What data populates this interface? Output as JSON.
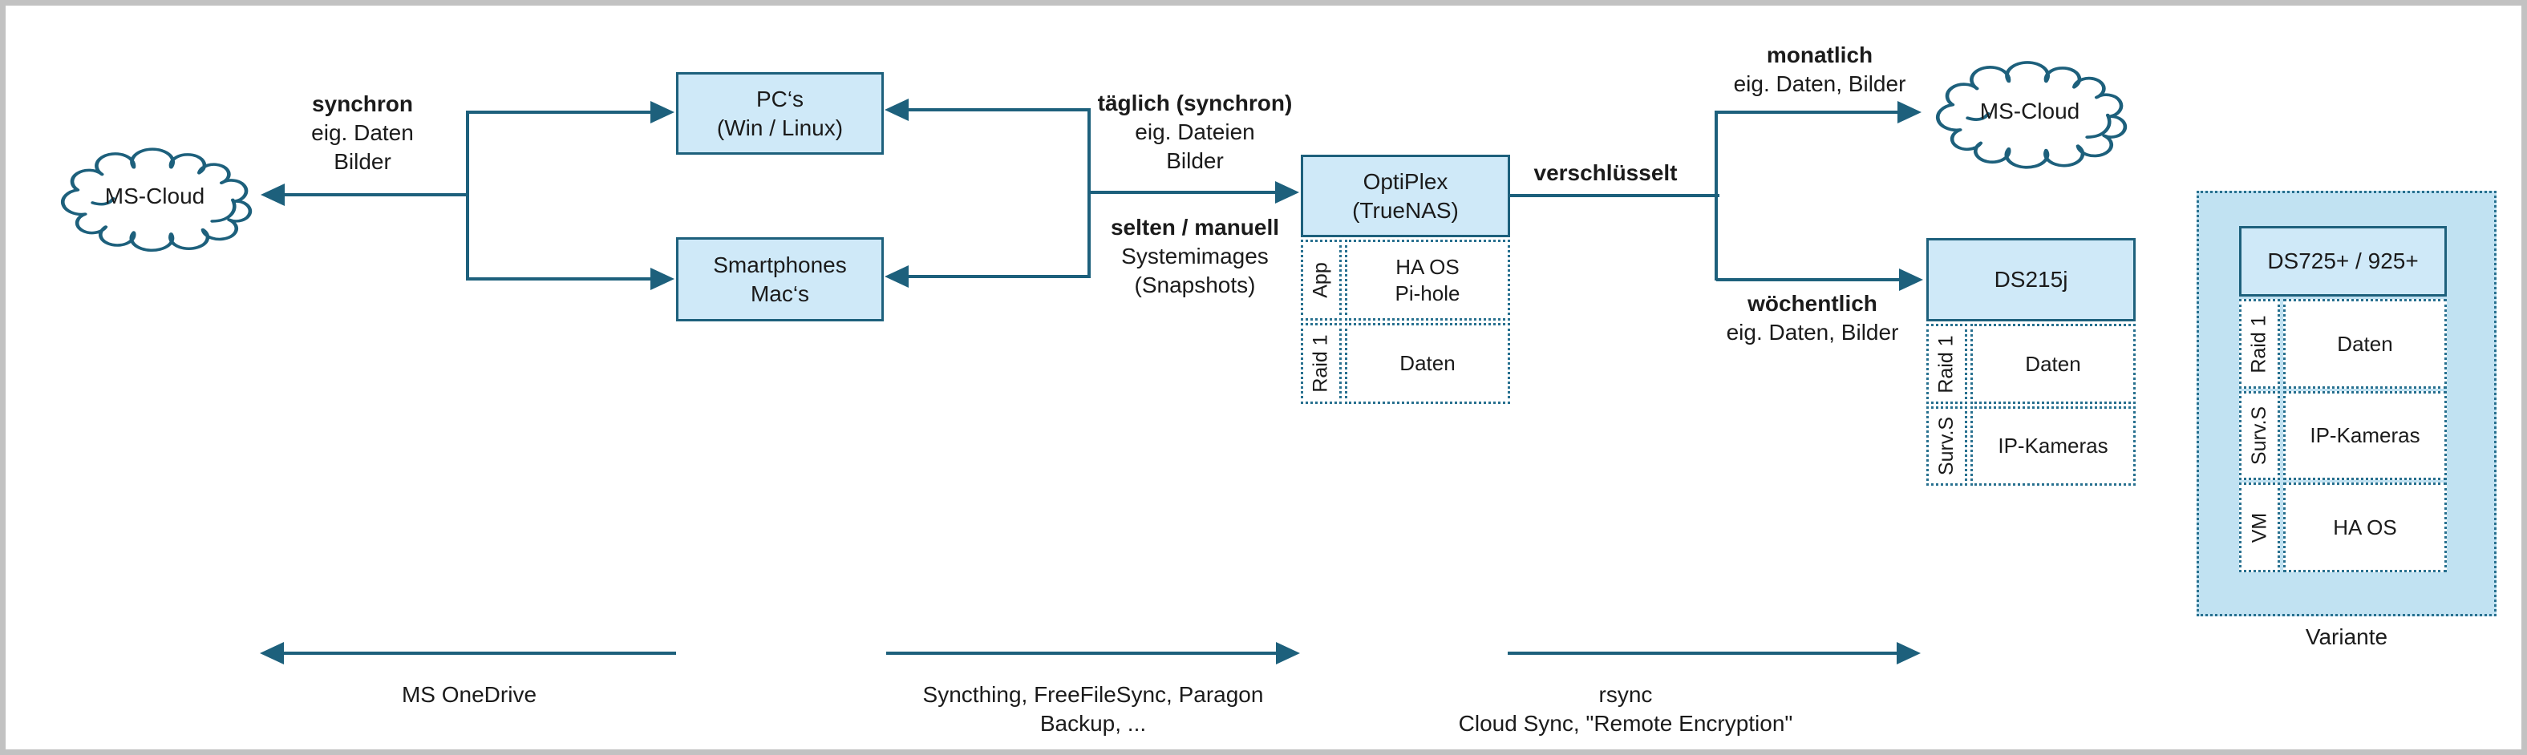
{
  "colors": {
    "line_teal": "#1d607c",
    "box_fill_blue": "#cfe9f8",
    "variante_fill_blue": "#c1e2f2",
    "dotted_border_teal": "#27708f",
    "frame_gray": "#c2c2c2",
    "text": "#1b1b1b"
  },
  "clouds": {
    "left": {
      "label": "MS-Cloud"
    },
    "right": {
      "label": "MS-Cloud"
    }
  },
  "devices": {
    "pcs": {
      "line1": "PC‘s",
      "line2": "(Win / Linux)"
    },
    "smartphones": {
      "line1": "Smartphones",
      "line2": "Mac‘s"
    },
    "optiplex": {
      "line1": "OptiPlex",
      "line2": "(TrueNAS)",
      "rows": [
        {
          "label": "App",
          "content_line1": "HA OS",
          "content_line2": "Pi-hole"
        },
        {
          "label": "Raid 1",
          "content_line1": "Daten",
          "content_line2": ""
        }
      ]
    },
    "ds215j": {
      "title": "DS215j",
      "rows": [
        {
          "label": "Raid 1",
          "content": "Daten"
        },
        {
          "label": "Surv.S",
          "content": "IP-Kameras"
        }
      ]
    },
    "ds725": {
      "title": "DS725+ / 925+",
      "rows": [
        {
          "label": "Raid 1",
          "content": "Daten"
        },
        {
          "label": "Surv.S",
          "content": "IP-Kameras"
        },
        {
          "label": "VM",
          "content": "HA OS"
        }
      ],
      "caption": "Variante"
    }
  },
  "edge_labels": {
    "synchron": {
      "title": "synchron",
      "line2": "eig. Daten",
      "line3": "Bilder"
    },
    "taeglich": {
      "title": "täglich (synchron)",
      "line2": "eig. Dateien",
      "line3": "Bilder"
    },
    "selten": {
      "title": "selten / manuell",
      "line2": "Systemimages",
      "line3": "(Snapshots)"
    },
    "verschluesselt": {
      "title": "verschlüsselt"
    },
    "monatlich": {
      "title": "monatlich",
      "line2": "eig. Daten, Bilder"
    },
    "woechentlich": {
      "title": "wöchentlich",
      "line2": "eig. Daten, Bilder"
    }
  },
  "bottom_labels": {
    "onedrive": {
      "line1": "MS OneDrive",
      "line2": ""
    },
    "syncthing": {
      "line1": "Syncthing, FreeFileSync, Paragon",
      "line2": "Backup, ..."
    },
    "rsync": {
      "line1": "rsync",
      "line2": "Cloud Sync, \"Remote Encryption\""
    }
  }
}
